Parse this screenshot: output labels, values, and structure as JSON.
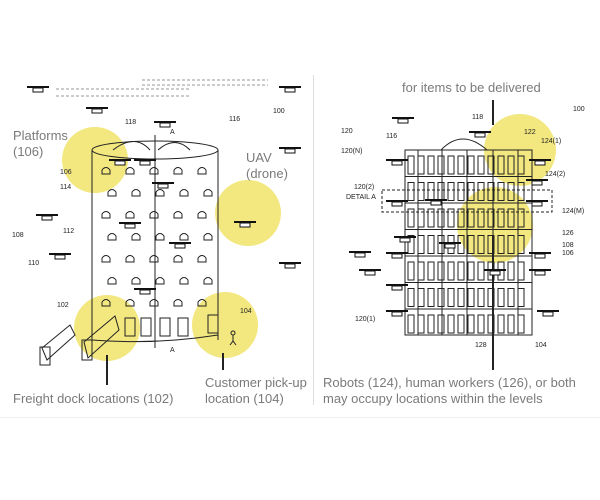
{
  "left_panel": {
    "captions": {
      "platforms": [
        "Platforms",
        "(106)"
      ],
      "uav": [
        "UAV",
        "(drone)"
      ],
      "freight": "Freight dock locations (102)",
      "customer": [
        "Customer pick-up",
        "location (104)"
      ]
    },
    "refs": {
      "r118": "118",
      "r116": "116",
      "r100": "100",
      "rA_top": "A",
      "rA_bottom": "A",
      "r106": "106",
      "r114": "114",
      "r108": "108",
      "r110": "110",
      "r112": "112",
      "r102": "102",
      "r104": "104"
    }
  },
  "right_panel": {
    "captions": {
      "top": "for items to be delivered",
      "bottom": [
        "Robots (124), human workers (126), or both",
        "may occupy locations within the levels"
      ]
    },
    "refs": {
      "r118": "118",
      "r100": "100",
      "r120": "120",
      "r116": "116",
      "r120N": "120(N)",
      "r122": "122",
      "r1241": "124(1)",
      "r1242": "124(2)",
      "r1202": "120(2)",
      "detailA": "DETAIL A",
      "r124M": "124(M)",
      "r126": "126",
      "r108": "108",
      "r106": "106",
      "r1201": "120(1)",
      "r128": "128",
      "r104": "104"
    }
  },
  "colors": {
    "highlight": "#f3e77f",
    "caption": "#7a7a7a",
    "line": "#222222"
  }
}
